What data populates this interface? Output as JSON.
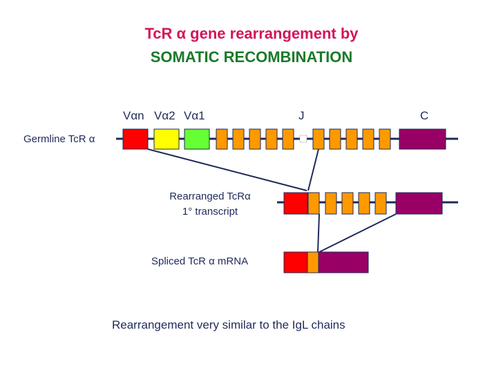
{
  "title": {
    "line1": "TcR α gene rearrangement by",
    "line2": "SOMATIC RECOMBINATION"
  },
  "germline": {
    "label": "Germline TcR α",
    "segment_labels": [
      "Vαn",
      "Vα2",
      "Vα1",
      "J",
      "C"
    ]
  },
  "rearranged": {
    "label_line1": "Rearranged TcRα",
    "label_line2": "1° transcript"
  },
  "spliced": {
    "label": "Spliced TcR α mRNA"
  },
  "footer": "Rearrangement very similar to the IgL chains",
  "colors": {
    "title_red": "#d4145a",
    "title_green": "#1a7a2a",
    "v_red": "#ff0000",
    "v_yellow": "#ffff00",
    "v_green": "#66ff33",
    "j_orange": "#ff9900",
    "c_purple": "#990066",
    "line": "#1f2a5a"
  }
}
